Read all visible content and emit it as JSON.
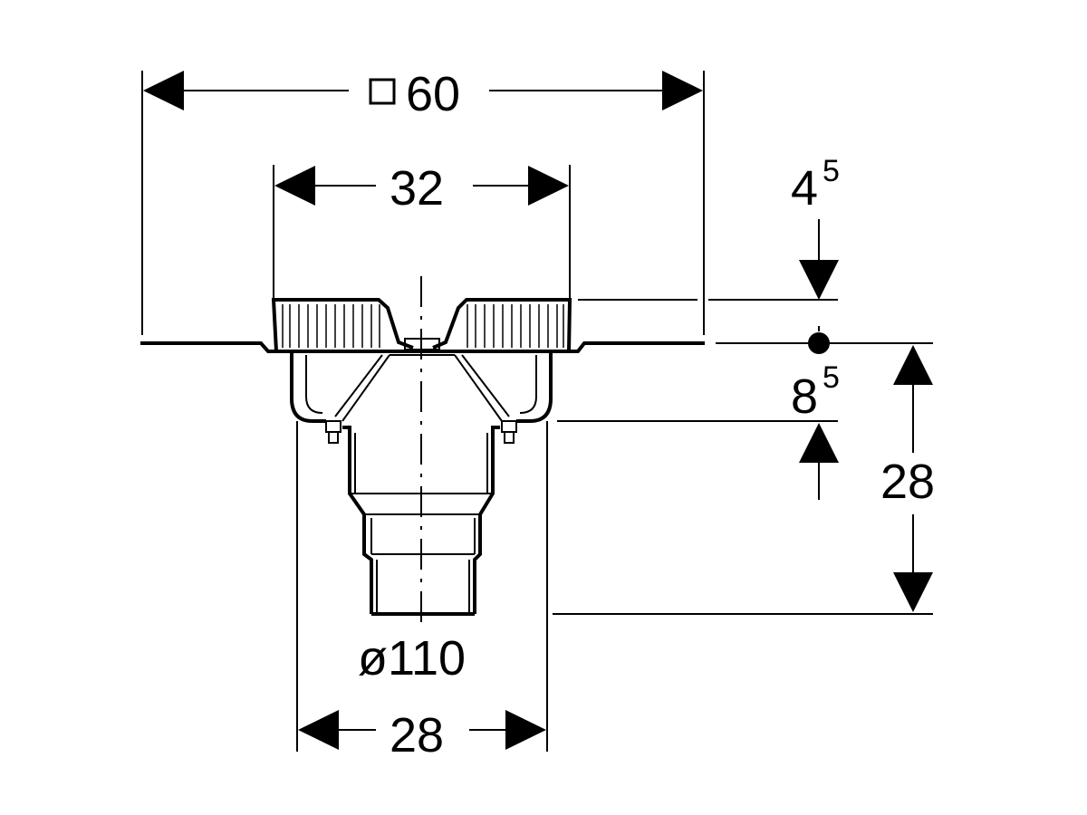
{
  "dimensions": {
    "top_width": "60",
    "top_width_symbol": "square",
    "grate_width": "32",
    "upper_depth": "4",
    "upper_depth_sup": "5",
    "lower_depth": "8",
    "lower_depth_sup": "5",
    "total_height": "28",
    "outlet_diameter": "ø110",
    "body_width": "28"
  },
  "colors": {
    "ink": "#000000",
    "background": "#ffffff"
  }
}
